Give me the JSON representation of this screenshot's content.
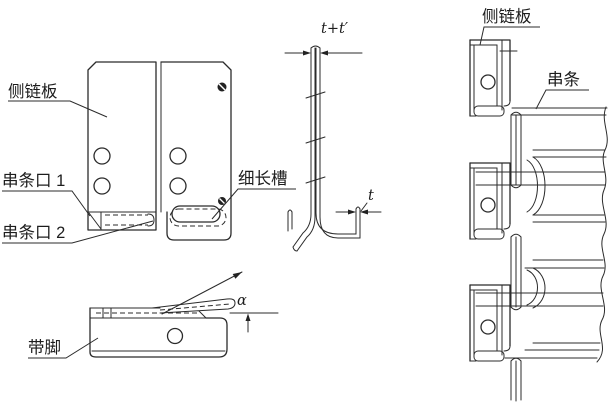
{
  "figure": {
    "front_view": {
      "side_plate": "侧链板",
      "rod_opening_1": "串条口 1",
      "rod_opening_2": "串条口 2",
      "slender_slot": "细长槽"
    },
    "section_view": {
      "total_thickness": "t+t′",
      "thickness": "t"
    },
    "side_view": {
      "foot": "带脚",
      "angle": "α"
    },
    "assembly_view": {
      "side_plate": "侧链板",
      "rod": "串条"
    }
  }
}
